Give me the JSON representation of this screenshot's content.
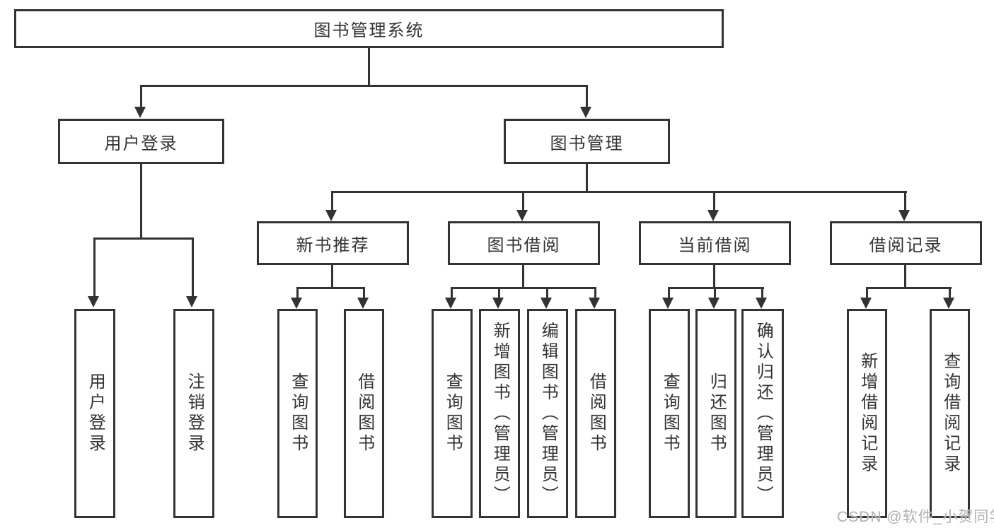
{
  "tree": {
    "label": "图书管理系统",
    "children": [
      {
        "label": "用户登录",
        "children": [
          {
            "label": "用户登录"
          },
          {
            "label": "注销登录"
          }
        ]
      },
      {
        "label": "图书管理",
        "children": [
          {
            "label": "新书推荐",
            "children": [
              {
                "label": "查询图书"
              },
              {
                "label": "借阅图书"
              }
            ]
          },
          {
            "label": "图书借阅",
            "children": [
              {
                "label": "查询图书"
              },
              {
                "label": "新增图书（管理员）"
              },
              {
                "label": "编辑图书（管理员）"
              },
              {
                "label": "借阅图书"
              }
            ]
          },
          {
            "label": "当前借阅",
            "children": [
              {
                "label": "查询图书"
              },
              {
                "label": "归还图书"
              },
              {
                "label": "确认归还（管理员）"
              }
            ]
          },
          {
            "label": "借阅记录",
            "children": [
              {
                "label": "新增借阅记录"
              },
              {
                "label": "查询借阅记录"
              }
            ]
          }
        ]
      }
    ]
  },
  "watermark": {
    "text": "CSDN @软件_小贺同学"
  },
  "colors": {
    "line": "#333333",
    "text": "#333333",
    "background": "#ffffff",
    "watermark": "#b0b0b0"
  }
}
